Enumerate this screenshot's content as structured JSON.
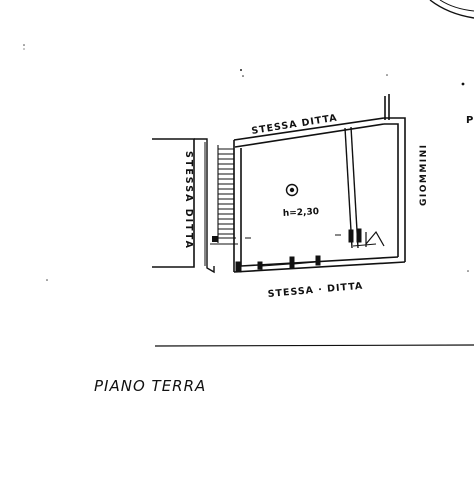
{
  "labels": {
    "top": "STESSA DITTA",
    "left": "STESSA DITTA",
    "right": "GIOMMINI",
    "bottom": "STESSA · DITTA",
    "height": "h=2,30",
    "edge_letter": "P"
  },
  "floor_title": "PIANO TERRA",
  "colors": {
    "ink": "#111111",
    "paper": "#ffffff"
  },
  "icons": {
    "centre_mark": "circled-dot-icon",
    "stair": "staircase-icon"
  }
}
